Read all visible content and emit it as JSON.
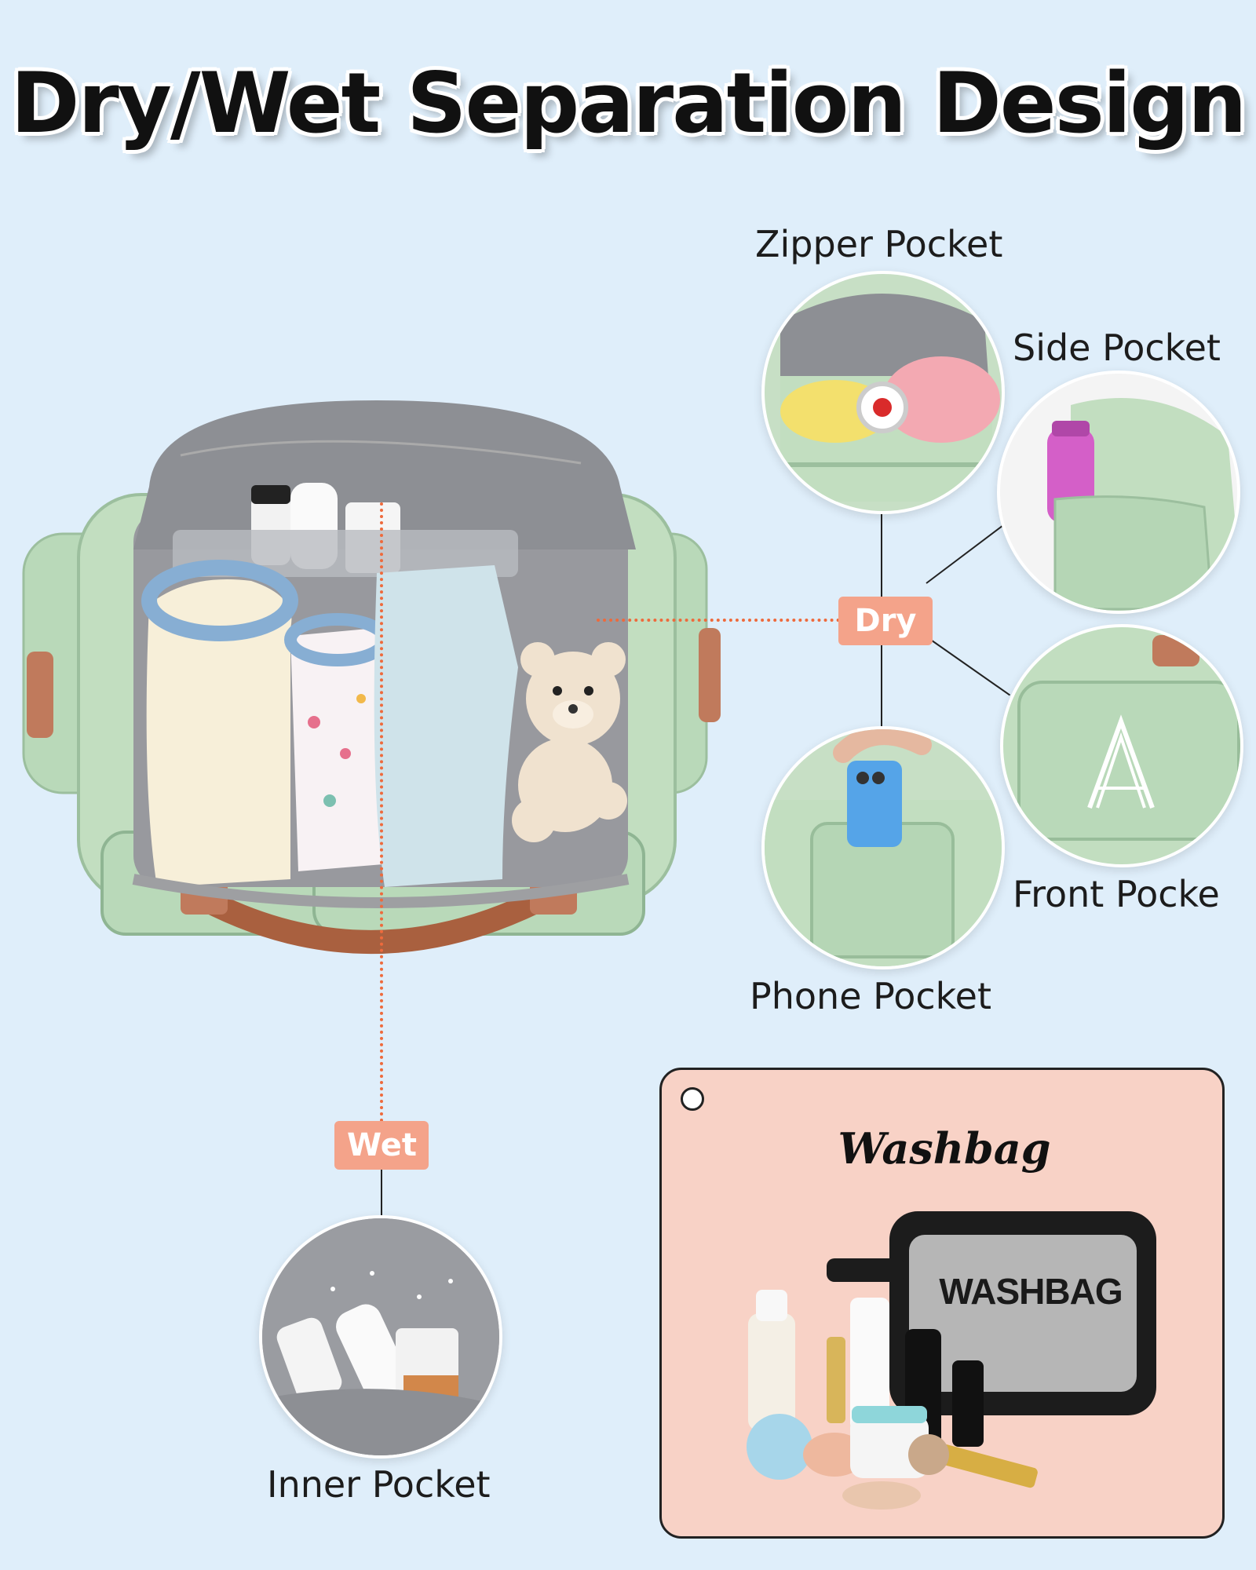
{
  "title": "Dry/Wet Separation Design",
  "tags": {
    "dry": "Dry",
    "wet": "Wet"
  },
  "labels": {
    "zipper_pocket": "Zipper Pocket",
    "side_pocket": "Side Pocket",
    "front_pocket": "Front Pocke",
    "phone_pocket": "Phone Pocket",
    "inner_pocket": "Inner Pocket"
  },
  "washbag": {
    "title": "Washbag",
    "bag_print": "WASHBAG"
  },
  "colors": {
    "background": "#dfeefa",
    "bag_green": "#b9d9b9",
    "bag_gray": "#8d8f94",
    "strap_brown": "#b46a4e",
    "tag_salmon": "#f4a38a",
    "card_pink": "#f8d2c6"
  }
}
